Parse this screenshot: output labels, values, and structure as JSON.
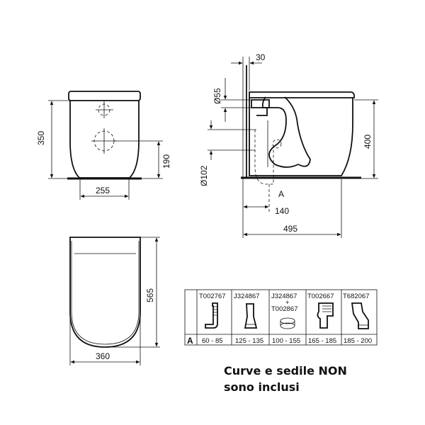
{
  "dimensions": {
    "front_height": "350",
    "front_inlet_height": "190",
    "front_width": "255",
    "side_top_offset": "30",
    "side_inlet_diameter": "Ø55",
    "side_outlet_diameter": "Ø102",
    "side_height": "400",
    "side_marker": "A",
    "side_outlet_distance": "140",
    "side_length": "495",
    "plan_depth": "565",
    "plan_width": "360"
  },
  "table": {
    "row_label": "A",
    "columns": [
      {
        "code": "T002767",
        "code2": "",
        "range": "60 - 85"
      },
      {
        "code": "J324867",
        "code2": "",
        "range": "125 - 135"
      },
      {
        "code": "J324867",
        "plus": "+",
        "code2": "T002867",
        "range": "100 - 155"
      },
      {
        "code": "T002667",
        "code2": "",
        "range": "165 - 185"
      },
      {
        "code": "T682067",
        "code2": "",
        "range": "185 - 200"
      }
    ]
  },
  "caption": {
    "line1": "Curve e sedile NON",
    "line2": "sono inclusi"
  }
}
